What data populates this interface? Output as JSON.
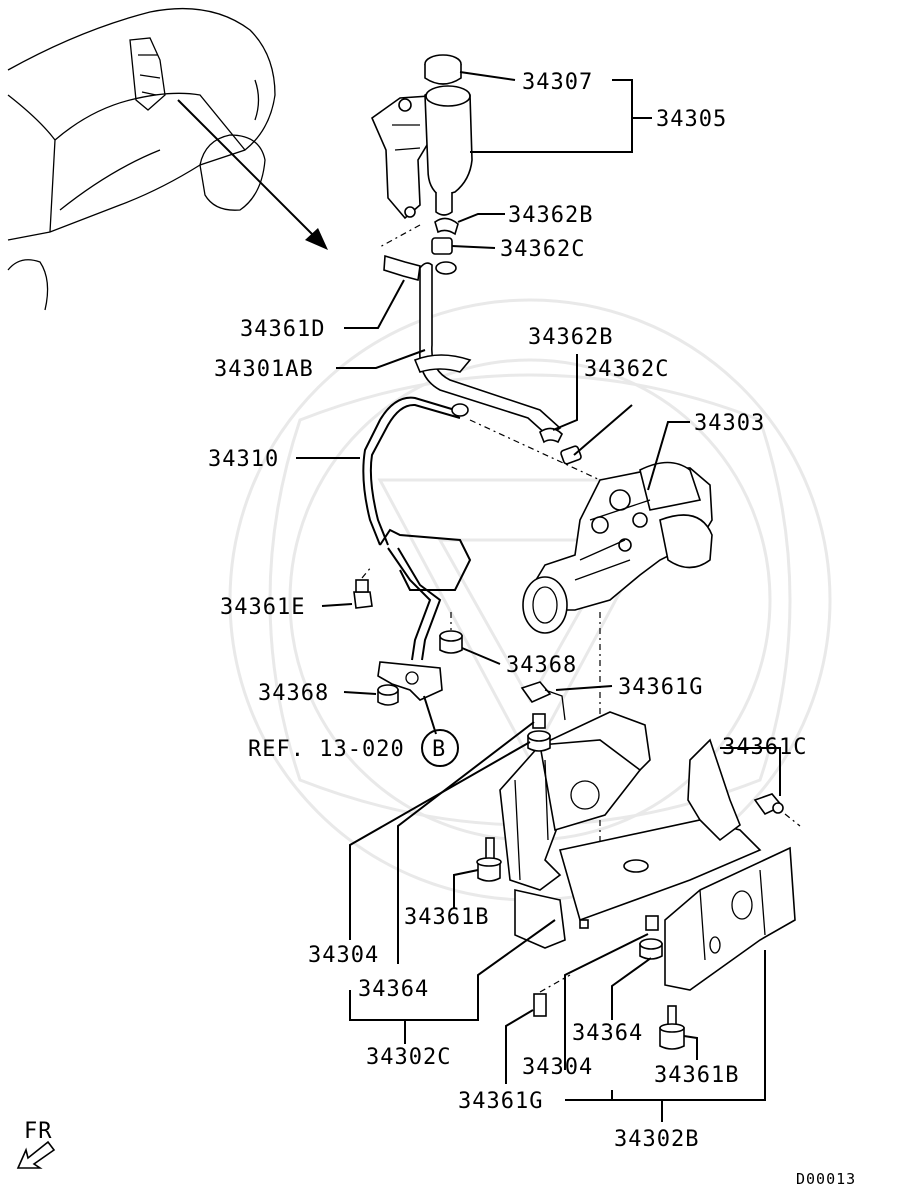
{
  "labels": {
    "l34307": "34307",
    "l34305": "34305",
    "l34362B_top": "34362B",
    "l34362C_top": "34362C",
    "l34361D": "34361D",
    "l34301AB": "34301AB",
    "l34362B_mid": "34362B",
    "l34362C_mid": "34362C",
    "l34303": "34303",
    "l34310": "34310",
    "l34361E": "34361E",
    "l34368_right": "34368",
    "l34368_left": "34368",
    "l34361G_top": "34361G",
    "ref": "REF. 13-020",
    "refCircle": "B",
    "l34361C": "34361C",
    "l34361B_left": "34361B",
    "l34304_left": "34304",
    "l34364_left": "34364",
    "l34302C": "34302C",
    "l34364_right": "34364",
    "l34304_right": "34304",
    "l34361B_right": "34361B",
    "l34361G_bottom": "34361G",
    "l34302B": "34302B",
    "fr": "FR",
    "code": "D00013"
  }
}
